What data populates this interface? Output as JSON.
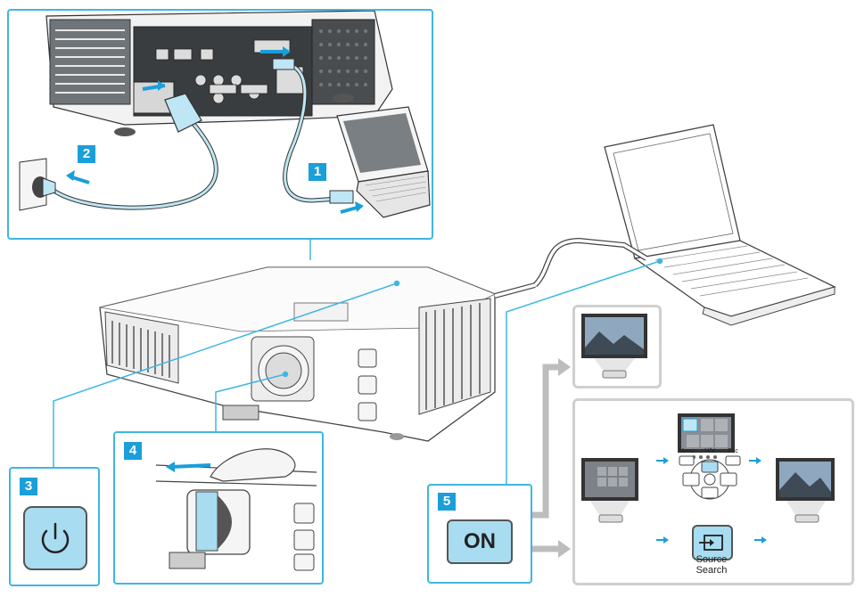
{
  "steps": {
    "s1": "1",
    "s2": "2",
    "s3": "3",
    "s4": "4",
    "s5": "5"
  },
  "buttons": {
    "on_label": "ON",
    "source_search_label": "Source\nSearch"
  },
  "remote_labels": {
    "menu": "Menu",
    "hv": "H/V",
    "esc": "Esc"
  },
  "colors": {
    "accent": "#1a9fd9",
    "panel_border": "#3fb6e1",
    "button_fill": "#a8dcf0",
    "flow_gray": "#bdbdbd"
  },
  "icons": [
    "power-icon",
    "source-search-icon",
    "arrow-right-icon",
    "laptop-icon",
    "projector-icon",
    "wall-outlet-icon",
    "hdmi-cable-icon"
  ]
}
